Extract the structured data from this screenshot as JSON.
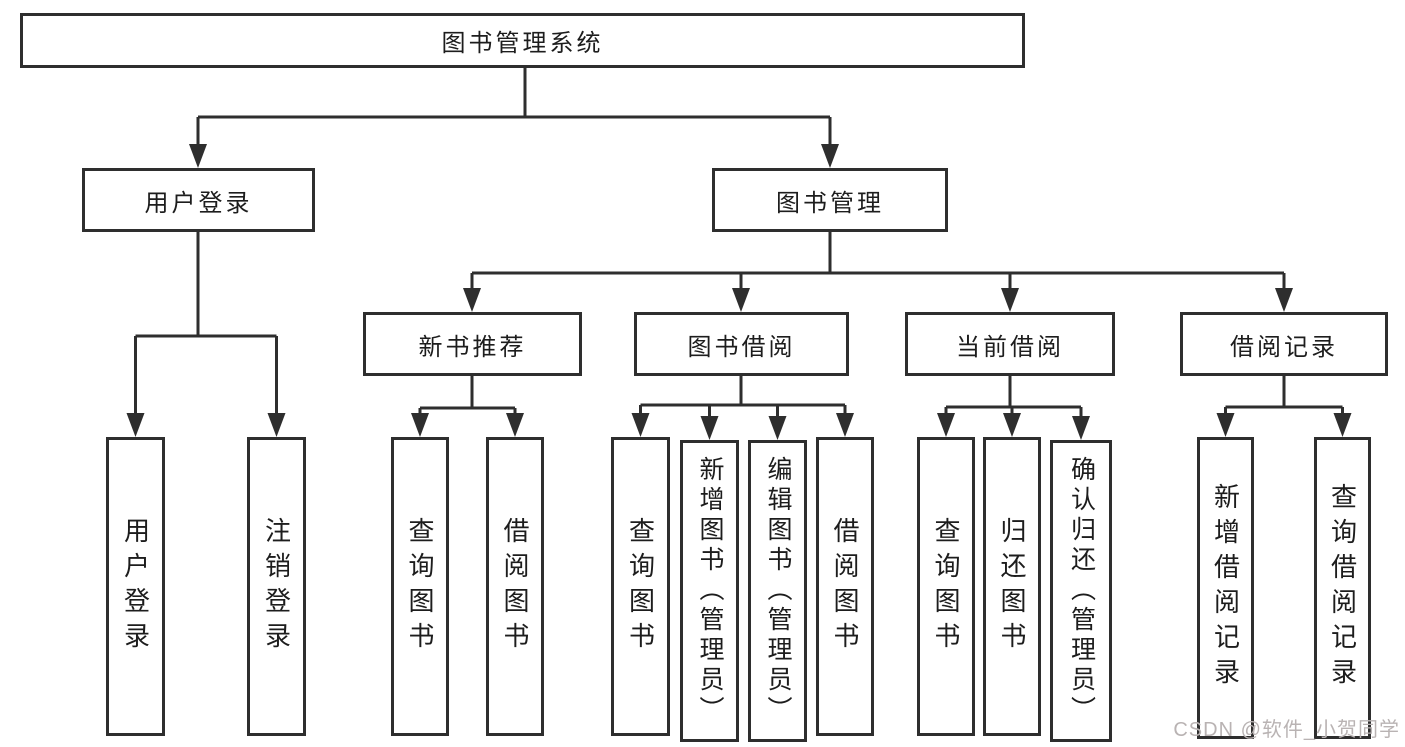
{
  "diagram": {
    "nodes": {
      "root": "图书管理系统",
      "level2": [
        "用户登录",
        "图书管理"
      ],
      "level3": [
        "新书推荐",
        "图书借阅",
        "当前借阅",
        "借阅记录"
      ],
      "leaves_user": [
        "用户登录",
        "注销登录"
      ],
      "leaves_newbook": [
        "查询图书",
        "借阅图书"
      ],
      "leaves_borrow": [
        "查询图书",
        "新增图书（管理员）",
        "编辑图书（管理员）",
        "借阅图书"
      ],
      "leaves_current": [
        "查询图书",
        "归还图书",
        "确认归还（管理员）"
      ],
      "leaves_records": [
        "新增借阅记录",
        "查询借阅记录"
      ]
    },
    "watermark": "CSDN @软件_小贺同学",
    "colors": {
      "line": "#2e2e2e",
      "text": "#1d1d1d",
      "watermark": "#b9b3b3",
      "background": "#ffffff"
    }
  }
}
